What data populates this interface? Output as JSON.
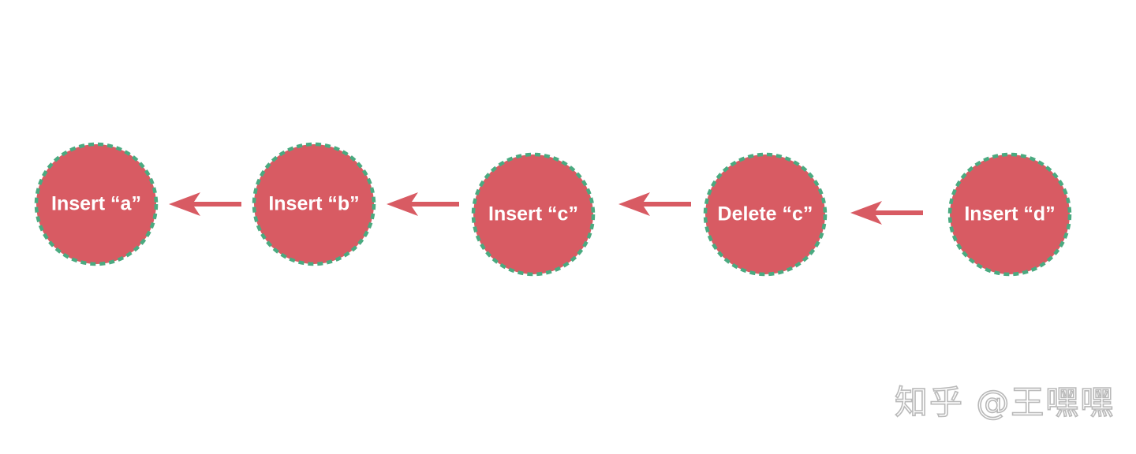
{
  "diagram": {
    "nodes": [
      {
        "id": "n1",
        "label": "Insert “a”"
      },
      {
        "id": "n2",
        "label": "Insert “b”"
      },
      {
        "id": "n3",
        "label": "Insert “c”"
      },
      {
        "id": "n4",
        "label": "Delete “c”"
      },
      {
        "id": "n5",
        "label": "Insert “d”"
      }
    ],
    "edges": [
      {
        "from": "n2",
        "to": "n1"
      },
      {
        "from": "n3",
        "to": "n2"
      },
      {
        "from": "n4",
        "to": "n3"
      },
      {
        "from": "n5",
        "to": "n4"
      }
    ],
    "colors": {
      "node_fill": "#d85b63",
      "node_border": "#4aaa80",
      "arrow": "#d85b63",
      "label": "#ffffff"
    }
  },
  "watermark": "知乎 @王嘿嘿"
}
